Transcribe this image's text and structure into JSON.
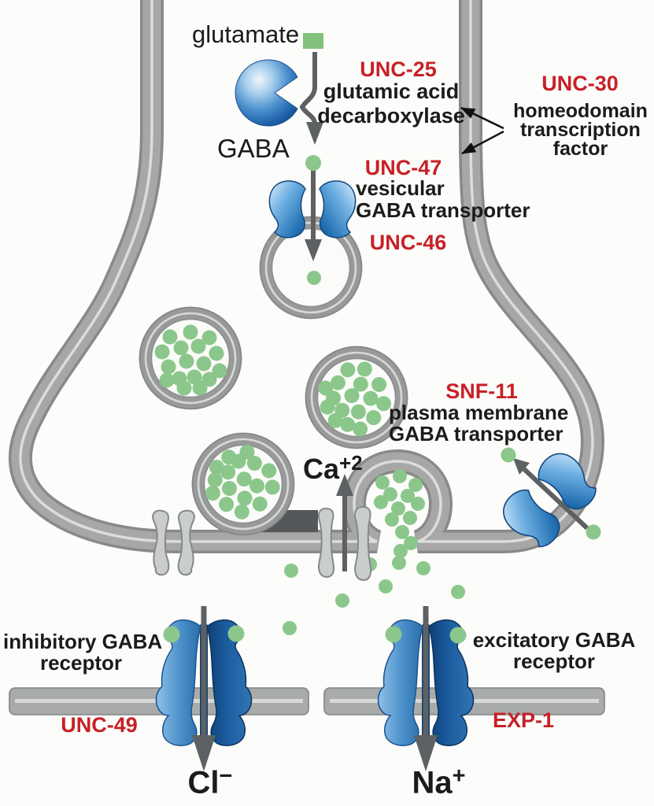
{
  "labels": {
    "glutamate": "glutamate",
    "gaba": "GABA",
    "calcium": {
      "base": "Ca",
      "charge": "+2"
    },
    "chloride": {
      "base": "Cl",
      "charge": "−"
    },
    "sodium": {
      "base": "Na",
      "charge": "+"
    }
  },
  "genes": {
    "unc25": {
      "name": "UNC-25",
      "role": [
        "glutamic acid",
        "decarboxylase"
      ]
    },
    "unc30": {
      "name": "UNC-30",
      "role": [
        "homeodomain",
        "transcription",
        "factor"
      ]
    },
    "unc47": {
      "name": "UNC-47",
      "role": [
        "vesicular",
        "GABA transporter"
      ]
    },
    "unc46": {
      "name": "UNC-46"
    },
    "snf11": {
      "name": "SNF-11",
      "role": [
        "plasma membrane",
        "GABA transporter"
      ]
    },
    "unc49": {
      "name": "UNC-49",
      "role": [
        "inhibitory GABA",
        "receptor"
      ]
    },
    "exp1": {
      "name": "EXP-1",
      "role": [
        "excitatory GABA",
        "receptor"
      ]
    }
  },
  "colors": {
    "ink": "#1b1b1b",
    "gene-red": "#c62127",
    "gaba-green": "#8bc78b",
    "glutamate-green": "#82c17b",
    "membrane-gray": "#a7a7a7",
    "membrane-edge": "#898989",
    "membrane-stripe": "#dcdcdb",
    "arrow-gray": "#5d6163",
    "channel-gray": "#c9cdcc",
    "dense-projection": "#54585a",
    "background": "#fcfcfa"
  }
}
